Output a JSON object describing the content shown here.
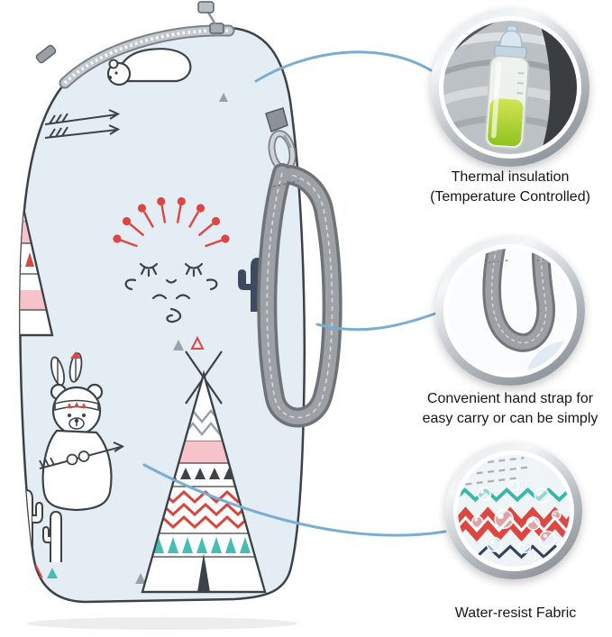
{
  "callouts": [
    {
      "id": "thermal-insulation",
      "image": "insulated-foil-lining-with-baby-bottle",
      "label_line1": "Thermal insulation",
      "label_line2": "(Temperature Controlled)"
    },
    {
      "id": "hand-strap",
      "image": "gray-webbing-hand-strap-closeup",
      "label_line1": "Convenient hand strap for",
      "label_line2": "easy carry or can be simply"
    },
    {
      "id": "water-resist",
      "image": "water-resist-fabric-with-droplets",
      "label_line1": "Water-resist Fabric",
      "label_line2": ""
    }
  ],
  "product_illustration": "insulated-baby-bottle-carrier-bag-with-bear-teepee-print",
  "colors": {
    "leader_line_blue": "#79add4",
    "bag_fabric": "#e4edf4",
    "pattern_red": "#dd4742",
    "pattern_pink": "#f5c3c9",
    "pattern_teal": "#45bdb2",
    "pattern_gray": "#97a1ac",
    "strap_gray": "#9da1a5",
    "bottle_liquid_green": "#9fc929"
  }
}
